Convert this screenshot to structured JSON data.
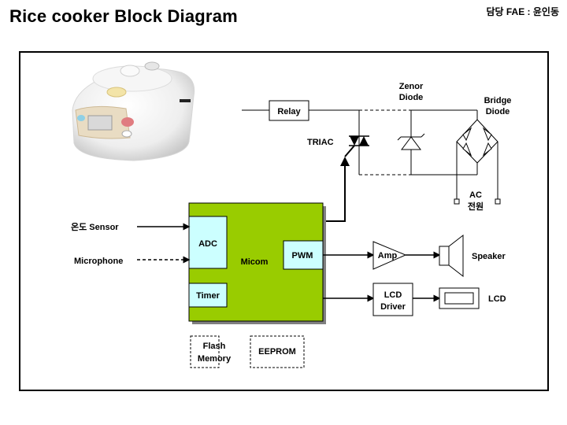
{
  "header": {
    "title": "Rice cooker Block Diagram",
    "fae": "담당 FAE : 윤인동"
  },
  "colors": {
    "micom": "#99cc00",
    "sub_block": "#ccffff",
    "shadow": "#808080",
    "line": "#000000"
  },
  "diagram": {
    "photo": "rice-cooker-photo",
    "power_section": {
      "relay": "Relay",
      "triac": "TRIAC",
      "zenor_diode": [
        "Zenor",
        "Diode"
      ],
      "bridge_diode": [
        "Bridge",
        "Diode"
      ],
      "ac_power": [
        "AC",
        "전원"
      ]
    },
    "inputs": {
      "temp_sensor": "온도 Sensor",
      "microphone": "Microphone"
    },
    "micom": {
      "label": "Micom",
      "adc": "ADC",
      "timer": "Timer",
      "pwm": "PWM"
    },
    "memory": {
      "flash": [
        "Flash",
        "Memory"
      ],
      "eeprom": "EEPROM"
    },
    "outputs": {
      "amp": "Amp",
      "speaker": "Speaker",
      "lcd_driver": [
        "LCD",
        "Driver"
      ],
      "lcd": "LCD"
    }
  }
}
